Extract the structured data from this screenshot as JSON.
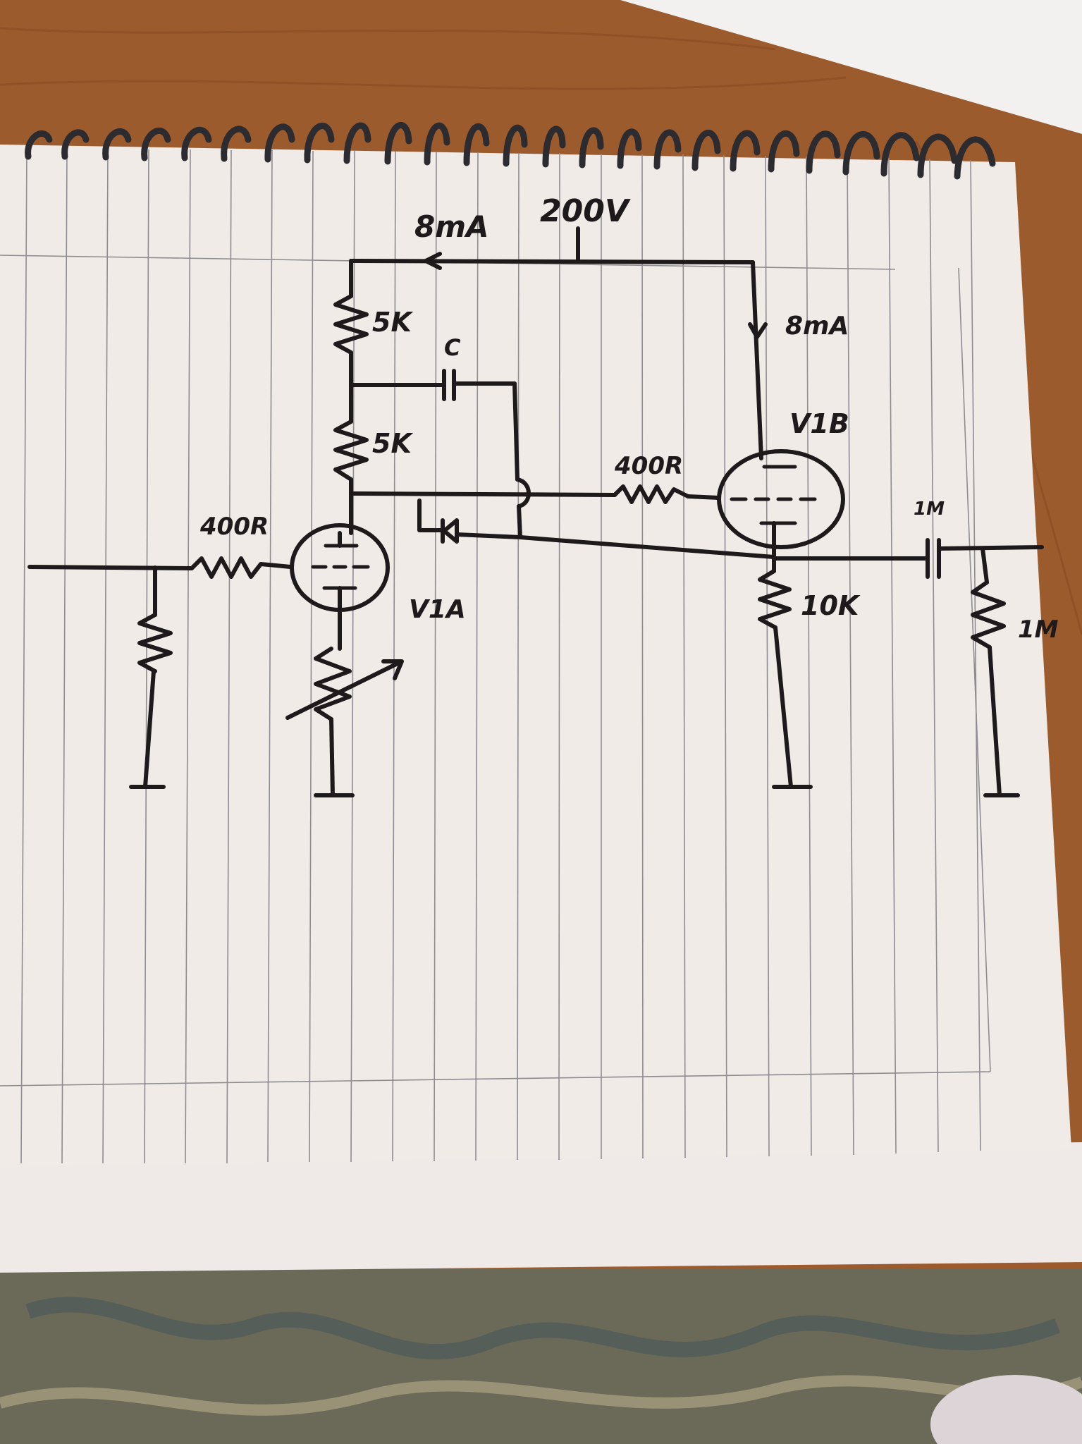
{
  "diagram": {
    "supply_label": "200V",
    "top_current_label": "8mA",
    "right_current_label": "8mA",
    "upper_anode_resistor_label": "5K",
    "lower_anode_resistor_label": "5K",
    "capacitor_label": "C",
    "v1b_grid_resistor_label": "400R",
    "v1a_grid_resistor_label": "400R",
    "tube_v1a_label": "V1A",
    "tube_v1b_label": "V1B",
    "cathode_resistor_label": "10K",
    "output_capacitor_label": "1M",
    "output_resistor_label": "1M"
  },
  "scene": {
    "table_color": "#9a5a2c",
    "paper_color": "#f1ebe8",
    "rule_color": "#8e8c90",
    "ink_color": "#1e1a1c",
    "rug_color": "#6b6a58",
    "spiral_color": "#2b2b30"
  }
}
